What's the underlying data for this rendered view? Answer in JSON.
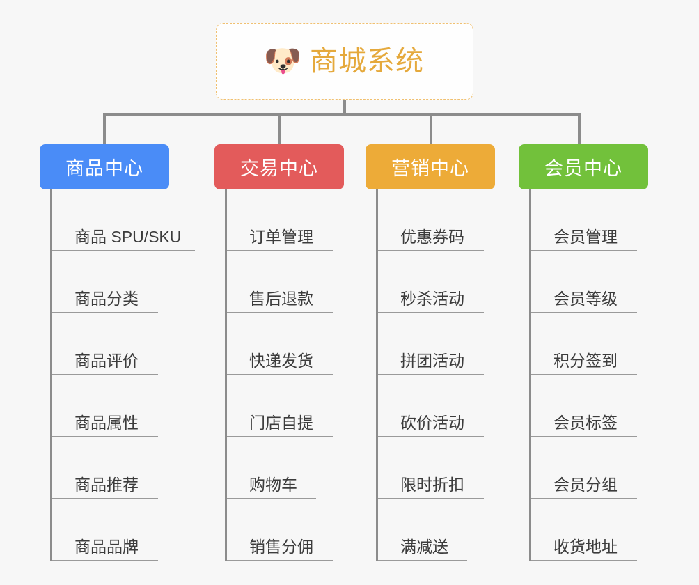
{
  "page": {
    "background_color": "#f7f7f7",
    "line_color": "#8c8c8c"
  },
  "root": {
    "title": "商城系统",
    "icon": "shiba-dog-face-emoji",
    "icon_glyph": "🐶",
    "title_color": "#e5a93c",
    "border_color": "#f0c070"
  },
  "branches": [
    {
      "title": "商品中心",
      "color": "#4a8cf7",
      "items": [
        "商品 SPU/SKU",
        "商品分类",
        "商品评价",
        "商品属性",
        "商品推荐",
        "商品品牌"
      ]
    },
    {
      "title": "交易中心",
      "color": "#e35b5b",
      "items": [
        "订单管理",
        "售后退款",
        "快递发货",
        "门店自提",
        "购物车",
        "销售分佣"
      ]
    },
    {
      "title": "营销中心",
      "color": "#edab38",
      "items": [
        "优惠券码",
        "秒杀活动",
        "拼团活动",
        "砍价活动",
        "限时折扣",
        "满减送"
      ]
    },
    {
      "title": "会员中心",
      "color": "#72c13b",
      "items": [
        "会员管理",
        "会员等级",
        "积分签到",
        "会员标签",
        "会员分组",
        "收货地址"
      ]
    }
  ]
}
